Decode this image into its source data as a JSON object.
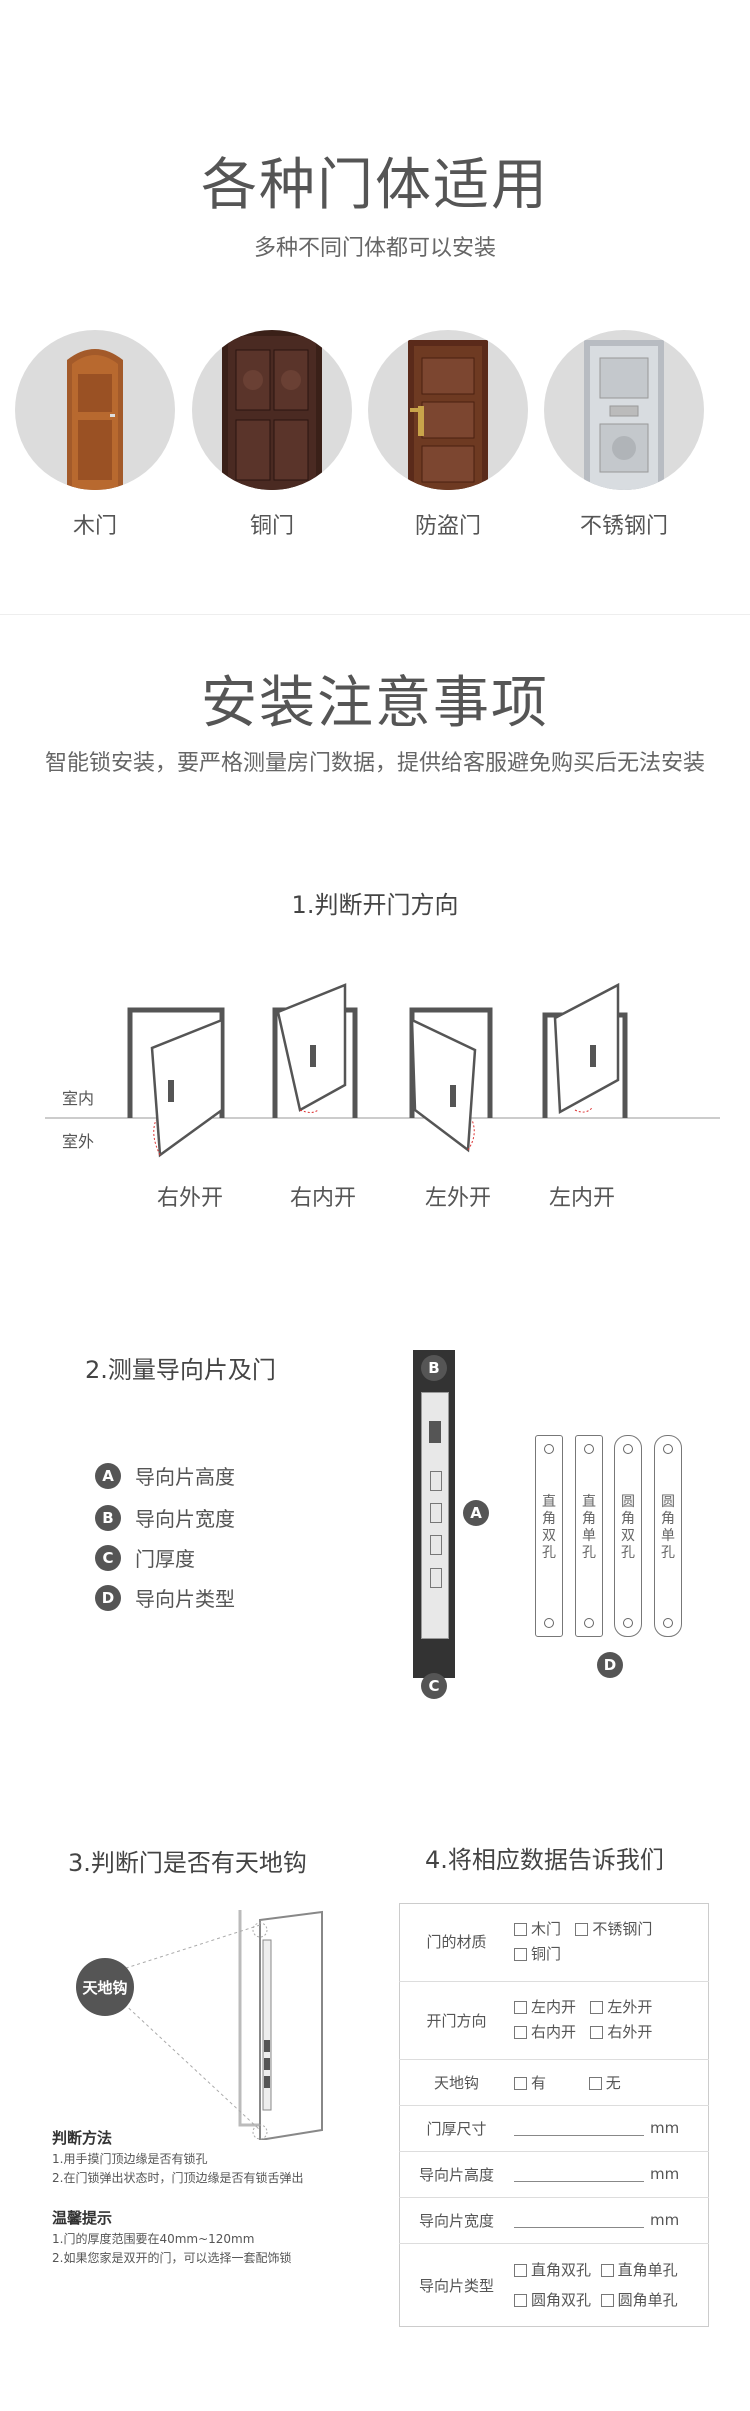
{
  "section1": {
    "title": "各种门体适用",
    "subtitle": "多种不同门体都可以安装",
    "doors": [
      {
        "label": "木门",
        "color": "#a35a2a"
      },
      {
        "label": "铜门",
        "color": "#4a2a22"
      },
      {
        "label": "防盗门",
        "color": "#6e3a22"
      },
      {
        "label": "不锈钢门",
        "color": "#c8ccd0"
      }
    ]
  },
  "section2": {
    "title": "安装注意事项",
    "subtitle": "智能锁安装，要严格测量房门数据，提供给客服避免购买后无法安装"
  },
  "step1": {
    "title": "1.判断开门方向",
    "indoor": "室内",
    "outdoor": "室外",
    "directions": [
      "右外开",
      "右内开",
      "左外开",
      "左内开"
    ]
  },
  "step2": {
    "title": "2.测量导向片及门",
    "legend": [
      {
        "badge": "A",
        "label": "导向片高度"
      },
      {
        "badge": "B",
        "label": "导向片宽度"
      },
      {
        "badge": "C",
        "label": "门厚度"
      },
      {
        "badge": "D",
        "label": "导向片类型"
      }
    ],
    "plates": [
      "直角双孔",
      "直角单孔",
      "圆角双孔",
      "圆角单孔"
    ],
    "markers": {
      "a": "A",
      "b": "B",
      "c": "C",
      "d": "D"
    }
  },
  "step3": {
    "title": "3.判断门是否有天地钩",
    "badge": "天地钩",
    "method_title": "判断方法",
    "method_lines": [
      "1.用手摸门顶边缘是否有锁孔",
      "2.在门锁弹出状态时，门顶边缘是否有锁舌弹出"
    ],
    "tips_title": "温馨提示",
    "tips_lines": [
      "1.门的厚度范围要在40mm~120mm",
      "2.如果您家是双开的门，可以选择一套配饰锁"
    ]
  },
  "step4": {
    "title": "4.将相应数据告诉我们",
    "unit": "mm",
    "rows": {
      "material": {
        "label": "门的材质",
        "options": [
          "木门",
          "不锈钢门",
          "铜门"
        ]
      },
      "direction": {
        "label": "开门方向",
        "options": [
          "左内开",
          "左外开",
          "右内开",
          "右外开"
        ]
      },
      "hook": {
        "label": "天地钩",
        "options": [
          "有",
          "无"
        ]
      },
      "thickness": {
        "label": "门厚尺寸"
      },
      "guide_height": {
        "label": "导向片高度"
      },
      "guide_width": {
        "label": "导向片宽度"
      },
      "guide_type": {
        "label": "导向片类型",
        "options": [
          "直角双孔",
          "直角单孔",
          "圆角双孔",
          "圆角单孔"
        ]
      }
    }
  }
}
